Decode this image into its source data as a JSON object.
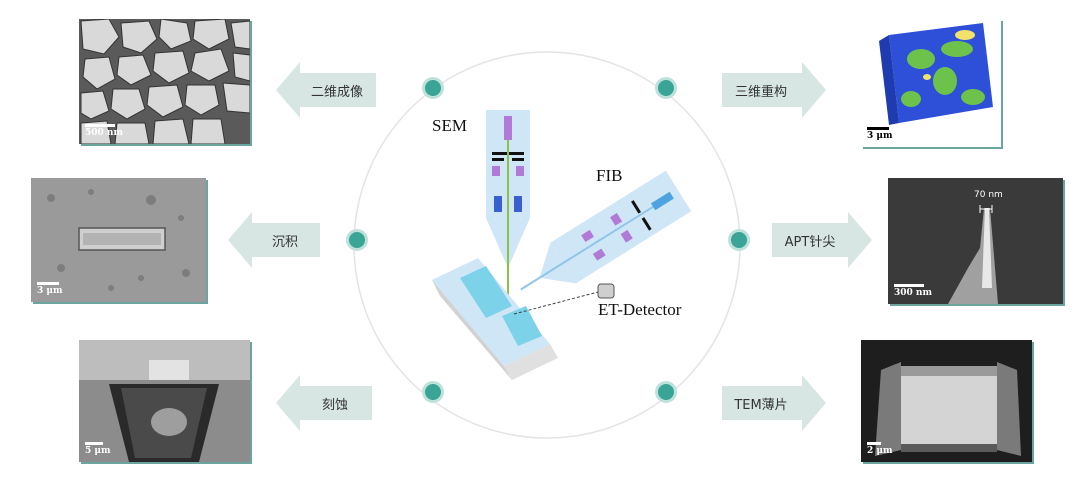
{
  "arrows": {
    "left": [
      "二维成像",
      "沉积",
      "刻蚀"
    ],
    "right": [
      "三维重构",
      "APT针尖",
      "TEM薄片"
    ]
  },
  "scale_bars": {
    "tl": "500 nm",
    "ml": "3 μm",
    "bl": "5 μm",
    "tr": "3 μm",
    "mr": "300 nm",
    "br": "2 μm",
    "tip_width": "70 nm"
  },
  "diagram": {
    "sem": "SEM",
    "fib": "FIB",
    "detector": "ET-Detector"
  },
  "colors": {
    "arrow_fill": "#d7e6e3",
    "dot": "#3aa596",
    "accent_purple": "#b07ad6",
    "beam_green": "#8bc34a",
    "column_blue": "#cfe6f7"
  }
}
